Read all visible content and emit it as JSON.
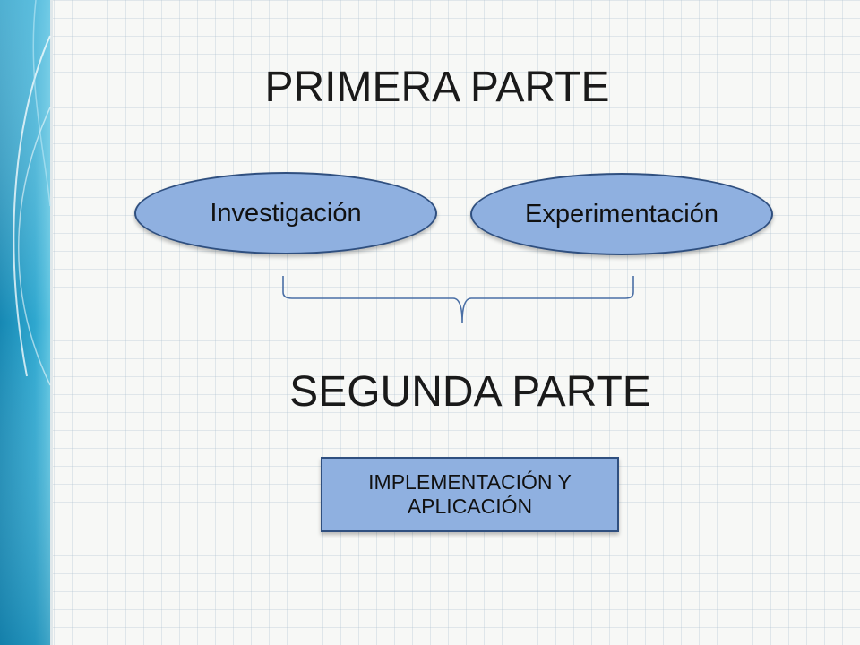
{
  "colors": {
    "shape_fill": "#8fb0e0",
    "shape_border": "#2f4f7f",
    "brace": "#4a6fa5",
    "side_band": "#1e9bc4",
    "background": "#f7f8f6"
  },
  "titles": {
    "first": "PRIMERA PARTE",
    "second": "SEGUNDA PARTE"
  },
  "nodes": {
    "investigacion": "Investigación",
    "experimentacion": "Experimentación",
    "implementacion_line1": "IMPLEMENTACIÓN Y",
    "implementacion_line2": "APLICACIÓN"
  }
}
